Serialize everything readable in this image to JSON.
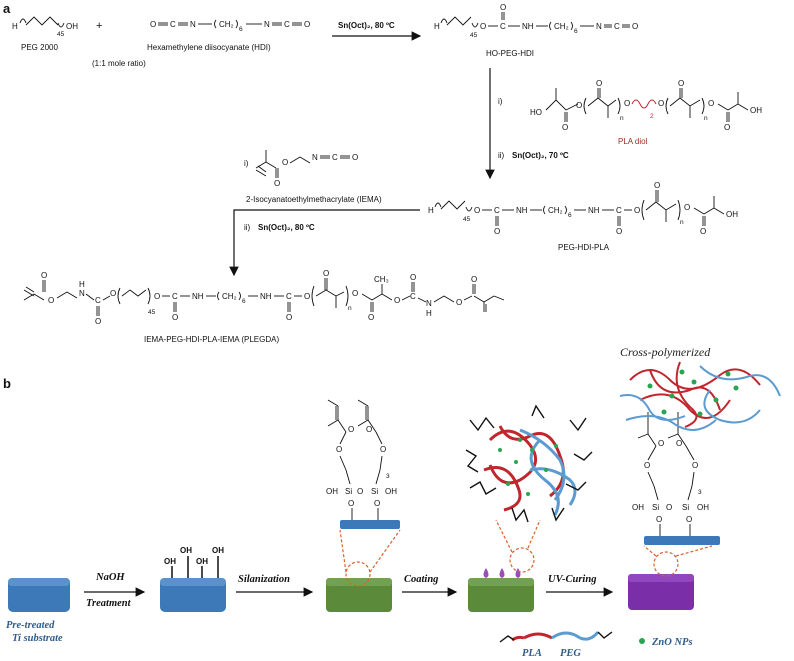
{
  "panel_a": {
    "label": "a",
    "peg_label": "PEG 2000",
    "hdi_label": "Hexamethylene diisocyanate (HDI)",
    "mole_ratio": "(1:1 mole ratio)",
    "plus": "+",
    "step1_catalyst": "Sn(Oct)₂, 80 ºC",
    "product1": "HO-PEG-HDI",
    "step2_i": "i)",
    "pla_diol": "PLA diol",
    "step2_ii": "ii)",
    "step2_catalyst": "Sn(Oct)₂, 70 ºC",
    "product2": "PEG-HDI-PLA",
    "step3_i": "i)",
    "iema_label": "2-Isocyanatoethylmethacrylate (IEMA)",
    "step3_ii": "ii)",
    "step3_catalyst": "Sn(Oct)₂, 80 ºC",
    "product3": "IEMA-PEG-HDI-PLA-IEMA (PLEGDA)",
    "sub_45": "45",
    "sub_6": "6",
    "sub_2": "2",
    "sub_n": "n"
  },
  "panel_b": {
    "label": "b",
    "substrate_label_1": "Pre-treated",
    "substrate_label_2": "Ti substrate",
    "step_naoh_1": "NaOH",
    "step_naoh_2": "Treatment",
    "step_silanization": "Silanization",
    "step_coating": "Coating",
    "step_uv": "UV-Curing",
    "oh": "OH",
    "cross_polymerized": "Cross-polymerized",
    "legend_pla": "PLA",
    "legend_peg": "PEG",
    "legend_zno": "ZnO NPs",
    "sub_3": "3"
  },
  "colors": {
    "ti_blue": "#3d79b8",
    "silanized_green": "#5a8a3a",
    "cured_purple": "#7a2fa8",
    "pla_red": "#c0262c",
    "peg_blue": "#5b9bd0",
    "zno_green": "#27a652",
    "guide_orange": "#d9622b",
    "drop_purple": "#9a4fb5"
  }
}
